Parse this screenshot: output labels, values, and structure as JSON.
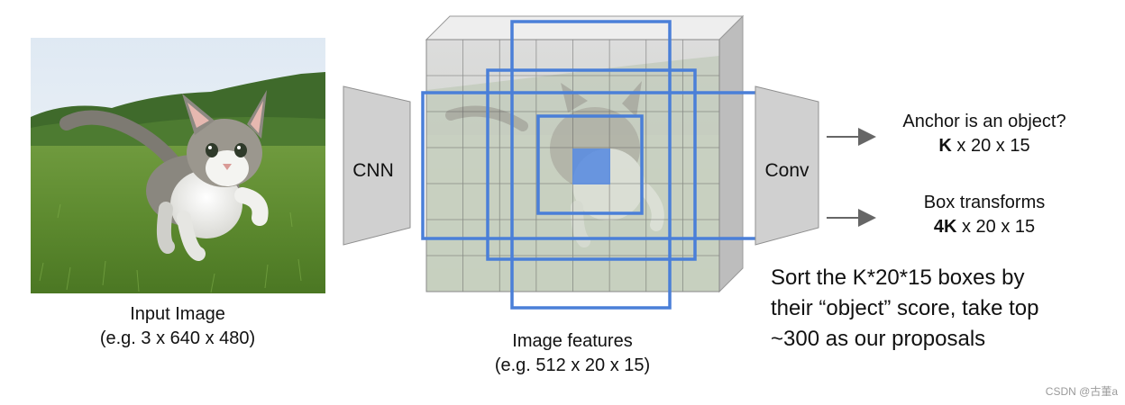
{
  "input": {
    "caption_line1": "Input Image",
    "caption_line2": "(e.g. 3 x 640 x 480)"
  },
  "cnn": {
    "label": "CNN"
  },
  "features": {
    "caption_line1": "Image features",
    "caption_line2": "(e.g. 512 x 20 x 15)"
  },
  "conv": {
    "label": "Conv"
  },
  "outputs": [
    {
      "line1": "Anchor is an object?",
      "bold": "K",
      "rest": " x 20 x 15"
    },
    {
      "line1": "Box transforms",
      "bold": "4K",
      "rest": " x 20 x 15"
    }
  ],
  "sort": {
    "line1": "Sort the K*20*15 boxes by",
    "line2": "their “object” score, take top",
    "line3": "~300 as our proposals"
  },
  "watermark": "CSDN @古董a",
  "colors": {
    "anchor_box": "#4a7fd8",
    "center_cell": "#5b8de0",
    "trapezoid": "#d0d0d0",
    "grid_line": "#555555",
    "arrow": "#666666"
  }
}
